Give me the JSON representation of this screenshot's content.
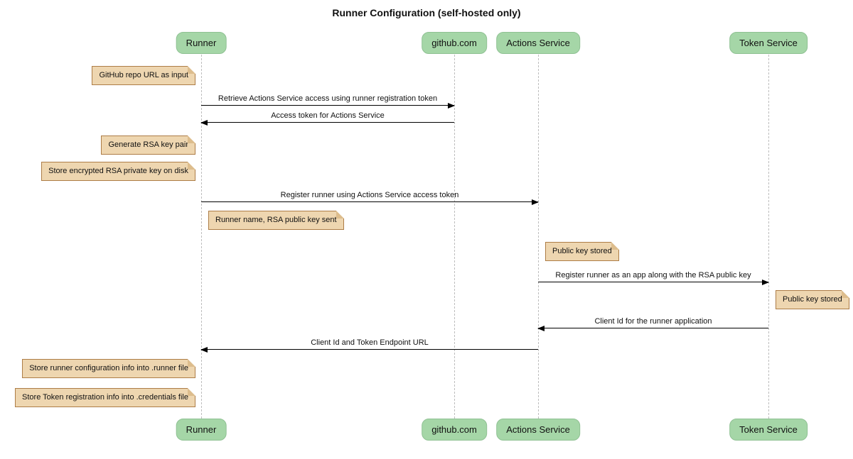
{
  "title": "Runner Configuration (self-hosted only)",
  "participants": [
    {
      "name": "Runner"
    },
    {
      "name": "github.com"
    },
    {
      "name": "Actions Service"
    },
    {
      "name": "Token Service"
    }
  ],
  "messages": [
    {
      "from": "Runner",
      "to": "github.com",
      "direction": "right",
      "label": "Retrieve Actions Service access using runner registration token"
    },
    {
      "from": "github.com",
      "to": "Runner",
      "direction": "left",
      "label": "Access token for Actions Service"
    },
    {
      "from": "Runner",
      "to": "Actions Service",
      "direction": "right",
      "label": "Register runner using Actions Service access token"
    },
    {
      "from": "Actions Service",
      "to": "Token Service",
      "direction": "right",
      "label": "Register runner as an app along with the RSA public key"
    },
    {
      "from": "Token Service",
      "to": "Actions Service",
      "direction": "left",
      "label": "Client Id for the runner application"
    },
    {
      "from": "Actions Service",
      "to": "Runner",
      "direction": "left",
      "label": "Client Id and Token Endpoint URL"
    }
  ],
  "notes": [
    {
      "position": "left of Runner",
      "label": "GitHub repo URL as input"
    },
    {
      "position": "left of Runner",
      "label": "Generate RSA key pair"
    },
    {
      "position": "left of Runner",
      "label": "Store encrypted RSA private key on disk"
    },
    {
      "position": "right of Runner",
      "label": "Runner name, RSA public key sent"
    },
    {
      "position": "right of Actions Service",
      "label": "Public key stored"
    },
    {
      "position": "right of Token Service",
      "label": "Public key stored"
    },
    {
      "position": "left of Runner",
      "label": "Store runner configuration info into .runner file"
    },
    {
      "position": "left of Runner",
      "label": "Store Token registration info into .credentials file"
    }
  ],
  "colors": {
    "participant_fill": "#a5d6a7",
    "participant_border": "#8fc193",
    "note_fill": "#eed6b0",
    "note_border": "#ad7d47",
    "note_fold": "#ddbd8d",
    "lifeline": "#bdbdbd",
    "arrow": "#000000",
    "background": "#ffffff",
    "text": "#111111"
  }
}
